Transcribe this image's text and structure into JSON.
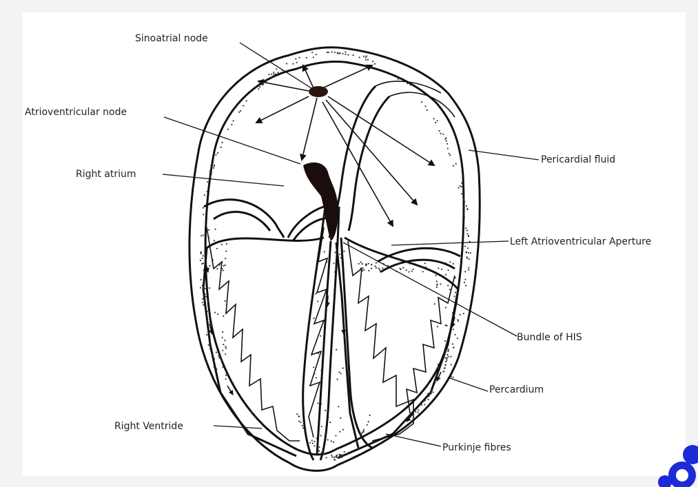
{
  "labels": {
    "sinoatrial_node": "Sinoatrial node",
    "atrioventricular_node": "Atrioventricular node",
    "right_atrium": "Right atrium",
    "pericardial_fluid": "Pericardial fluid",
    "left_av_aperture": "Left Atrioventricular Aperture",
    "bundle_of_his": "Bundle of HIS",
    "percardium": "Percardium",
    "right_ventricle": "Right Ventride",
    "purkinje_fibres": "Purkinje fibres"
  },
  "colors": {
    "line": "#111111",
    "node": "#2a1512",
    "background": "#ffffff",
    "frame": "#f3f3f3",
    "corner_mark": "#1c2bd6"
  }
}
